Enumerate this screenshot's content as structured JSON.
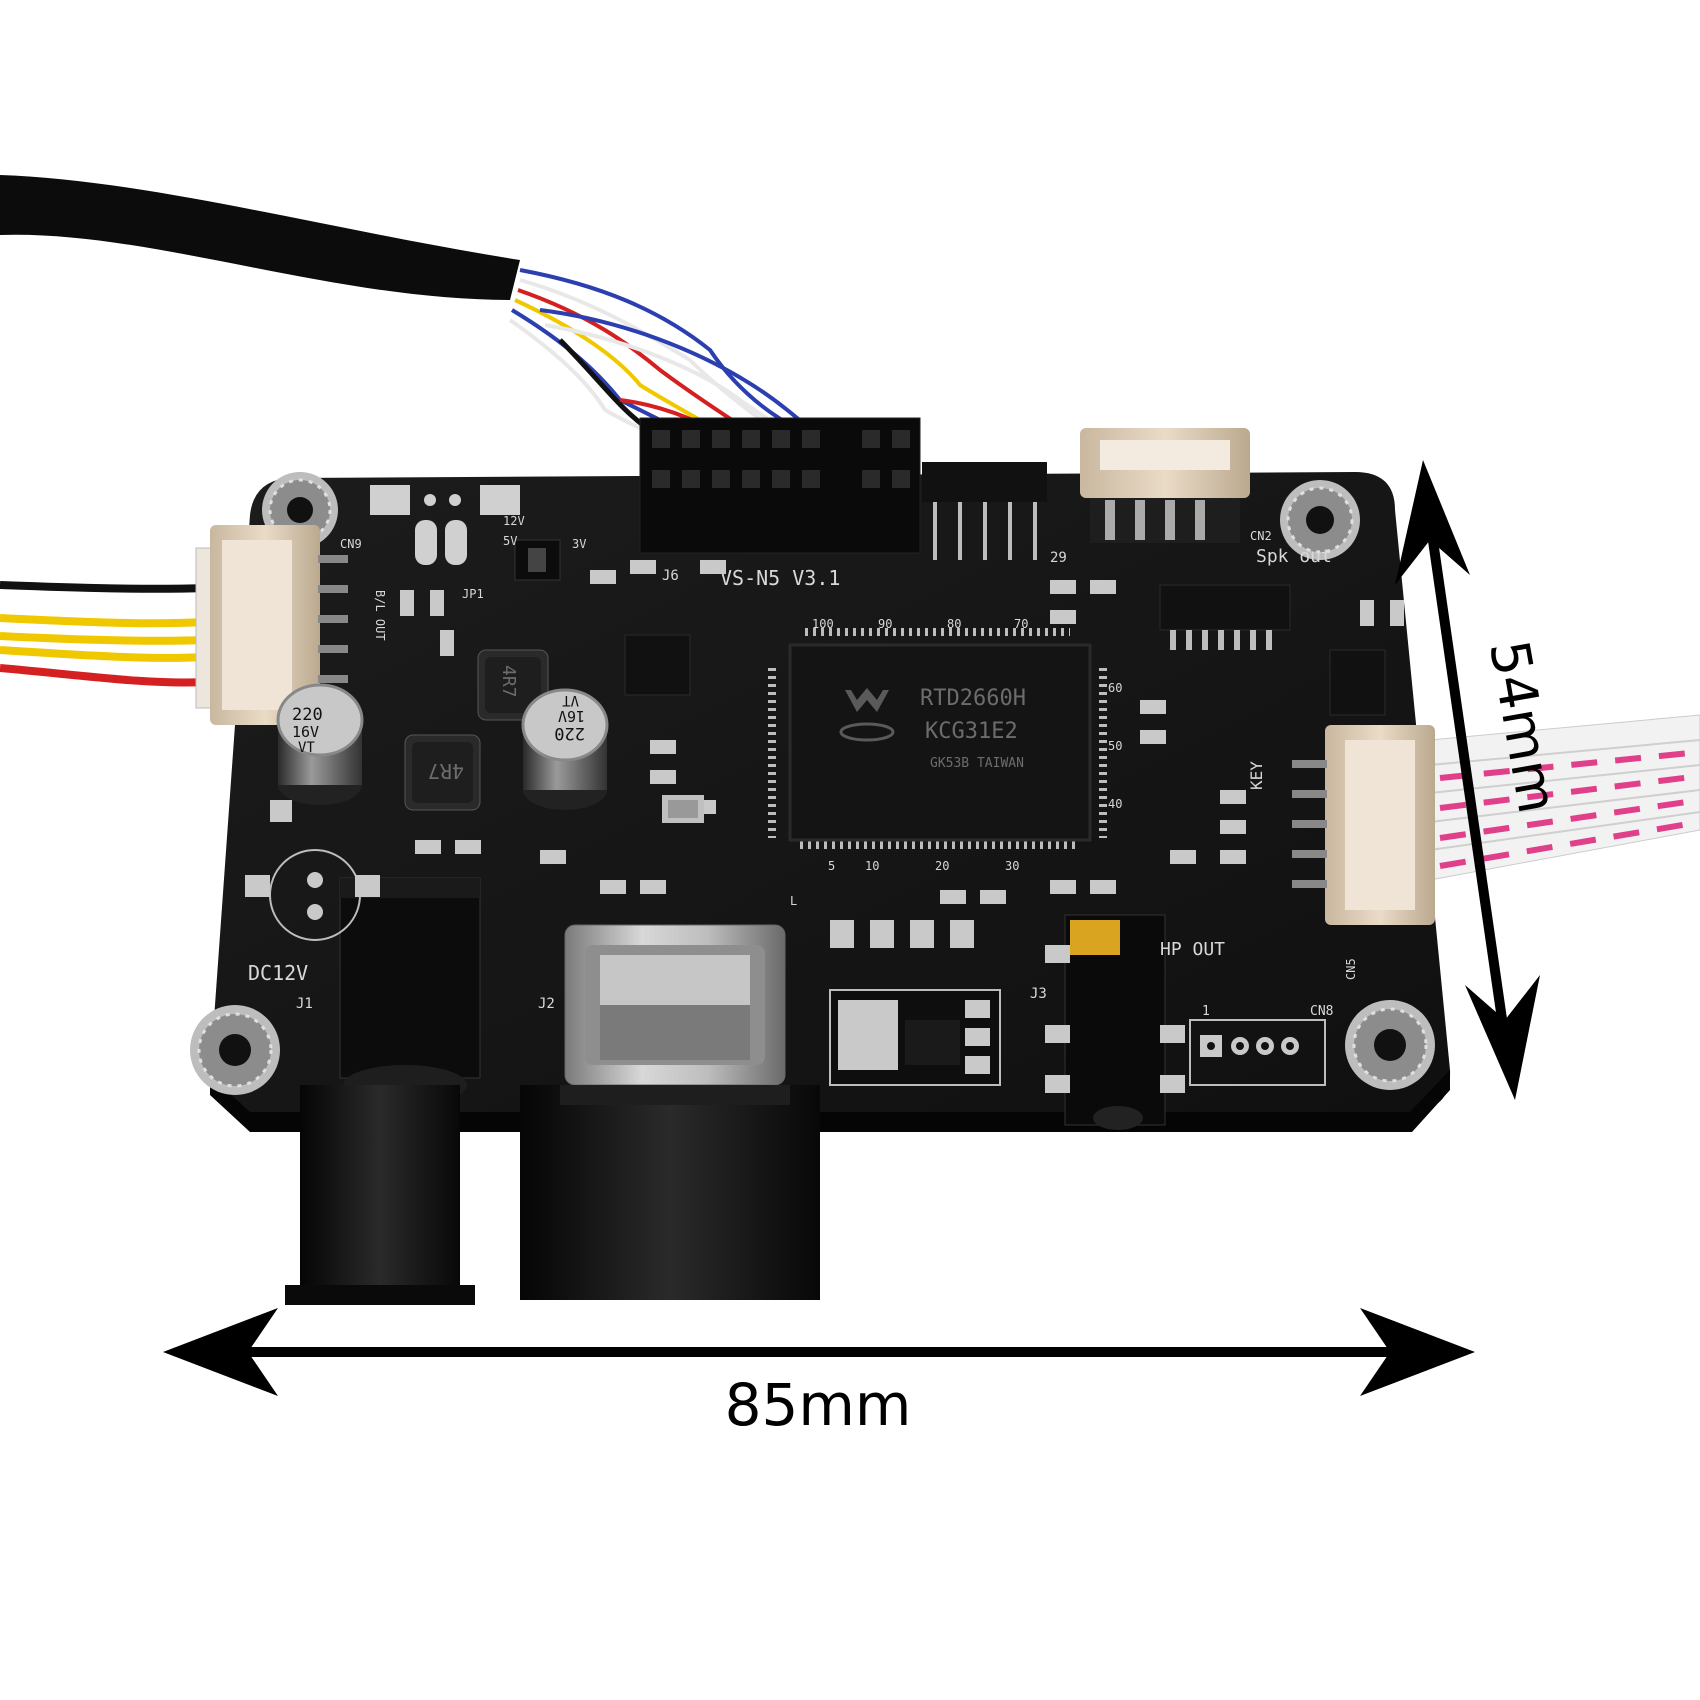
{
  "board": {
    "model": "VS-N5 V3.1",
    "chip": {
      "line1": "RTD2660H",
      "line2": "KCG31E2",
      "line3": "GK53B TAIWAN"
    },
    "pin_numbers": {
      "top": [
        "100",
        "90",
        "80",
        "70"
      ],
      "bottom": [
        "5",
        "10",
        "20",
        "30"
      ],
      "right": [
        "60",
        "50",
        "40"
      ]
    },
    "labels": {
      "cn9": "CN9",
      "jp1": "JP1",
      "j6": "J6",
      "v12": "12V",
      "v3": "3V",
      "v5": "5V",
      "pin29": "29",
      "spk_out": "Spk out",
      "cn2": "CN2",
      "key": "KEY",
      "cn5": "CN5",
      "cn8": "CN8",
      "hp_out": "HP OUT",
      "j3": "J3",
      "j2": "J2",
      "j1": "J1",
      "dc12v": "DC12V",
      "lr": "L",
      "pin1": "1",
      "bl": "B/L OUT"
    },
    "capacitors": [
      {
        "value": "220",
        "voltage": "16V",
        "series": "VT"
      },
      {
        "value": "220",
        "voltage": "16V",
        "series": "VT"
      }
    ],
    "inductor_label": "4R7"
  },
  "dimensions": {
    "width": "85mm",
    "height": "54mm"
  },
  "colors": {
    "pcb": "#161616",
    "connector": "#dccbb6",
    "pad": "#c9c9c9",
    "gold": "#d9a520",
    "wire_red": "#d42020",
    "wire_yellow": "#f0c800",
    "ribbon_pink": "#e0408a"
  }
}
